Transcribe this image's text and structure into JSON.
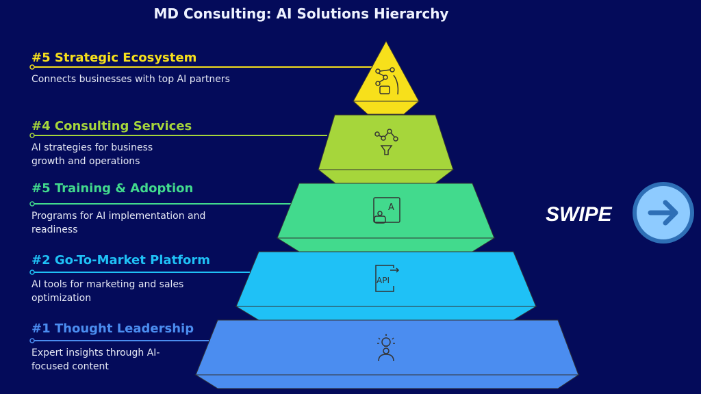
{
  "title": "MD Consulting: AI Solutions Hierarchy",
  "tiers": [
    {
      "label": "#5 Strategic Ecosystem",
      "desc": "Connects businesses with top AI partners",
      "color": "#f7e01b",
      "icon": "network-hand-icon"
    },
    {
      "label": "#4 Consulting Services",
      "desc": "AI strategies for business growth and operations",
      "color": "#a6d63b",
      "icon": "funnel-nodes-icon"
    },
    {
      "label": "#5 Training & Adoption",
      "desc": "Programs for AI implementation and readiness",
      "color": "#42da8d",
      "icon": "robot-chat-icon"
    },
    {
      "label": "#2 Go-To-Market Platform",
      "desc": "AI tools for marketing and sales optimization",
      "color": "#1fc1f6",
      "icon": "api-icon"
    },
    {
      "label": "#1 Thought Leadership",
      "desc": "Expert insights through AI-focused content",
      "color": "#4b8df0",
      "icon": "lightbulb-person-icon"
    }
  ],
  "swipe": {
    "label": "SWIPE",
    "icon": "arrow-right-icon"
  }
}
